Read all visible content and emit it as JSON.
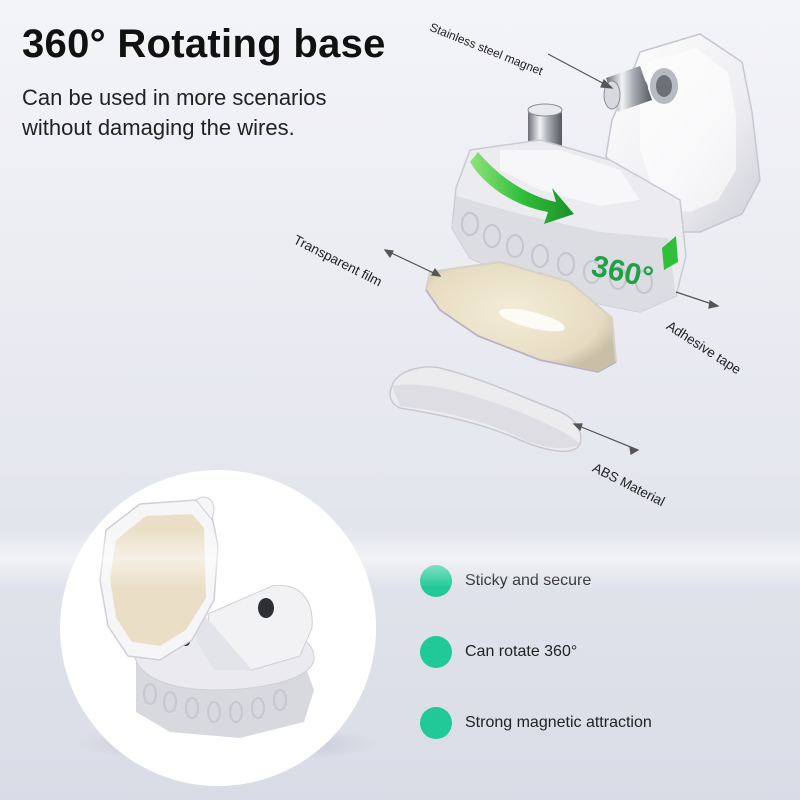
{
  "heading": {
    "title": "360° Rotating base",
    "subtitle_lines": [
      "Can be used in more scenarios",
      "without damaging the wires."
    ]
  },
  "callouts": {
    "magnet": "Stainless steel magnet",
    "film": "Transparent film",
    "tape": "Adhesive tape",
    "abs": "ABS Material",
    "rotation_mark": "360°"
  },
  "features": [
    {
      "icon": "green-dot-icon",
      "text": "Sticky and secure"
    },
    {
      "icon": "green-dot-icon",
      "text": "Can rotate 360°"
    },
    {
      "icon": "green-dot-icon",
      "text": "Strong magnetic attraction"
    }
  ],
  "colors": {
    "accent_green": "#20c997",
    "arrow_green": "#2fbf3a",
    "body_white": "#f4f4f6",
    "film_beige": "#e6dcc2"
  }
}
